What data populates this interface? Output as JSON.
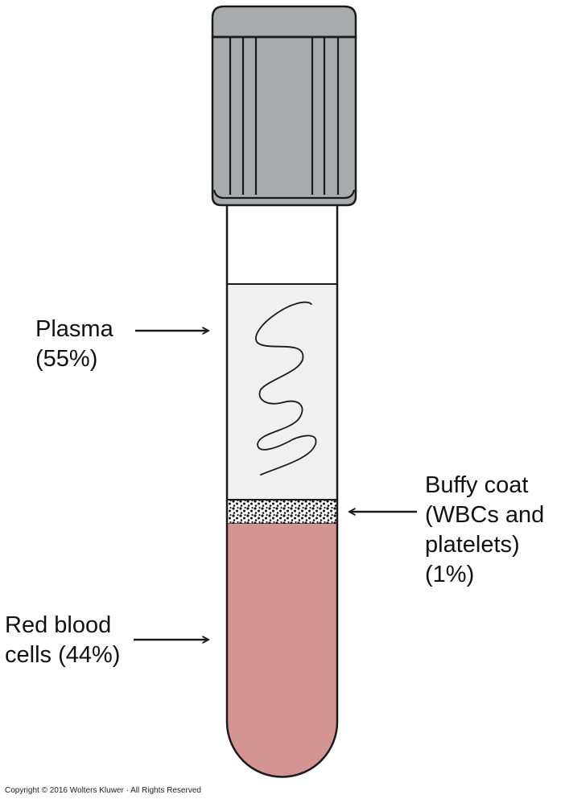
{
  "labels": {
    "plasma": {
      "line1": "Plasma",
      "line2": "(55%)"
    },
    "buffy_coat": {
      "line1": "Buffy coat",
      "line2": "(WBCs and",
      "line3": "platelets)",
      "line4": "(1%)"
    },
    "red_blood_cells": {
      "line1": "Red blood",
      "line2": "cells (44%)"
    }
  },
  "copyright": "Copyright © 2016 Wolters Kluwer · All Rights Reserved",
  "colors": {
    "cap": "#a9aaac",
    "cap_outline": "#1a1a1a",
    "tube_empty": "#ffffff",
    "plasma": "#f0f0f0",
    "red_blood_cells": "#d49494",
    "buffy_coat_dots": "#111111",
    "outline": "#1a1a1a"
  },
  "icons": {
    "plasma_arrow": "arrow-right-icon",
    "buffy_arrow": "arrow-left-icon",
    "rbc_arrow": "arrow-right-icon"
  }
}
